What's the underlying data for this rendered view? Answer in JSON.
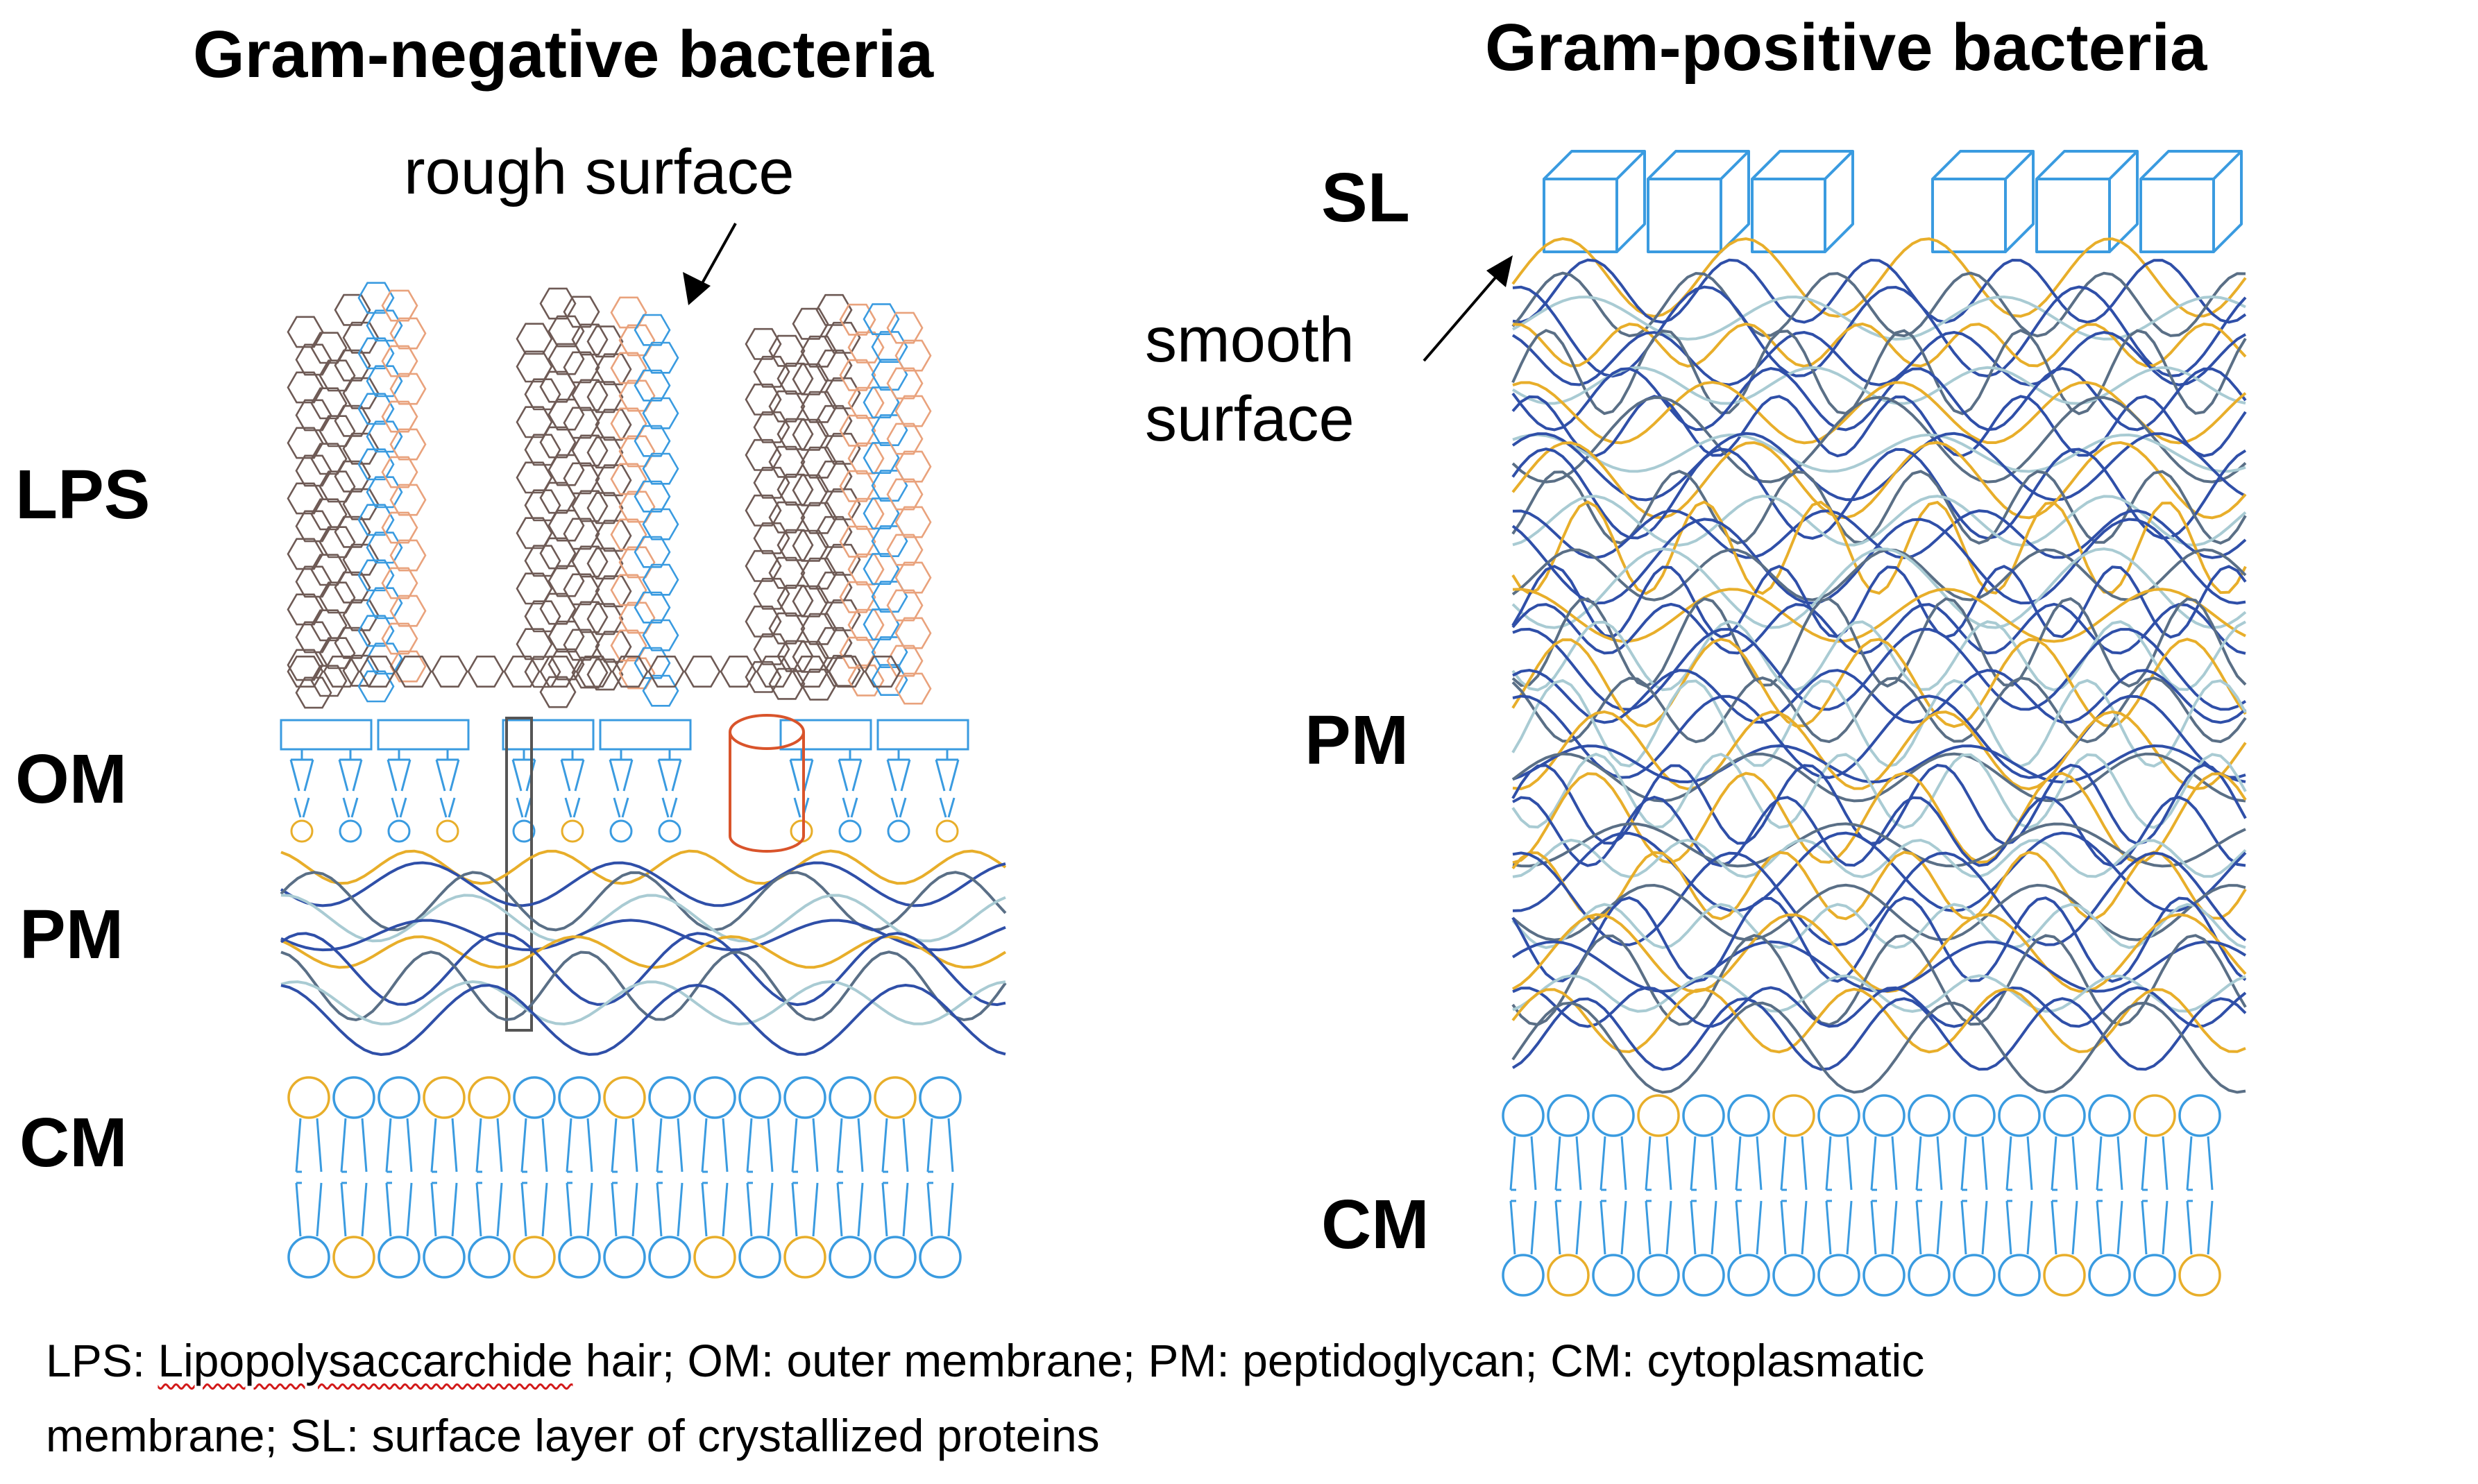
{
  "titles": {
    "gram_negative": "Gram-negative bacteria",
    "gram_positive": "Gram-positive bacteria"
  },
  "labels": {
    "lps": "LPS",
    "om": "OM",
    "pm_left": "PM",
    "cm_left": "CM",
    "sl": "SL",
    "pm_right": "PM",
    "cm_right": "CM"
  },
  "annotations": {
    "rough_surface": "rough surface",
    "smooth_line1": "smooth",
    "smooth_line2": "surface"
  },
  "caption": {
    "lps_abbr": "LPS: ",
    "lps_term": "Lipopolysaccarchide",
    "rest_line1": " hair; OM: outer membrane; PM: peptidoglycan; CM: cytoplasmatic",
    "line2": "membrane; SL: surface layer of crystallized proteins"
  },
  "colors": {
    "blue": "#3a9be0",
    "orange": "#e8ae2a",
    "dark_blue": "#2f4fa8",
    "gray_blue": "#5a6f86",
    "pale_teal": "#a9cbd3",
    "hex_brown": "#6e5a55",
    "hex_orange": "#e9a27c",
    "porin_red": "#d9542b"
  }
}
